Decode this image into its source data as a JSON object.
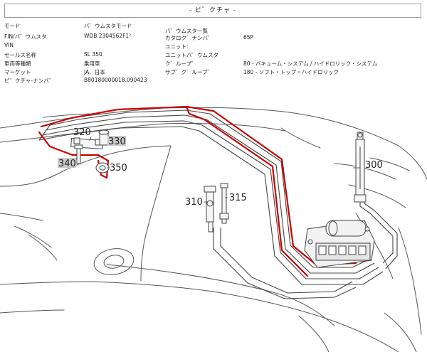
{
  "title": "- ピ゛クチャ -",
  "info": {
    "left": [
      {
        "label": "モード",
        "value": "バ゛ウムスタモード"
      },
      {
        "label": "FIN/バ゛ウムスタ",
        "value": "WDB 2304562F1²"
      },
      {
        "label": "VIN",
        "value": ""
      },
      {
        "label": "セールス名称",
        "value": "SL 350"
      },
      {
        "label": "車両等種類",
        "value": "乗用車"
      },
      {
        "label": "マーケット",
        "value": "JA、日本"
      },
      {
        "label": "ピ゛クチャ-ナンバ゛",
        "value": "B80180000018.090423"
      }
    ],
    "right": [
      {
        "label": "バ゛ウムスタ一覧",
        "value": ""
      },
      {
        "label": "カタロク゛ナンバ゛",
        "value": "65P"
      },
      {
        "label": "ユニット:",
        "value": ""
      },
      {
        "label": "ユニットバ゛ウムスタ",
        "value": ""
      },
      {
        "label": "ク゛ループ゛",
        "value": "80 - バキューム・システム / ハイドロリック・システム"
      },
      {
        "label": "サブ゛ク゛ループ゛",
        "value": "180 - ソフト・トップ・ハイドロリック"
      }
    ]
  },
  "callouts": {
    "c300": "300",
    "c310": "310",
    "c315": "315",
    "c320": "320",
    "c330": "330",
    "c340": "340",
    "c350": "350"
  },
  "colors": {
    "highlight": "#cc0000",
    "line": "#444444",
    "callout_bg": "#c9c9c9"
  }
}
